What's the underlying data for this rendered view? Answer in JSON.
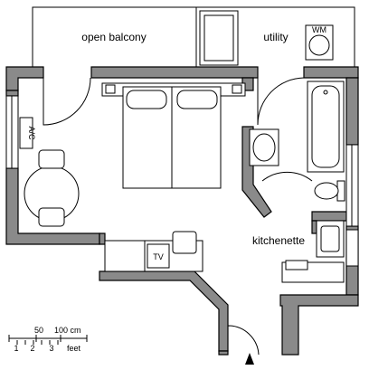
{
  "rooms": {
    "balcony": "open balcony",
    "utility": "utility",
    "kitchenette": "kitchenette"
  },
  "fixtures": {
    "washing_machine": "WM",
    "air_conditioner": "A/C",
    "television": "TV"
  },
  "scale_bar": {
    "metric_ticks": [
      "50",
      "100 cm"
    ],
    "imperial_ticks": [
      "1",
      "2",
      "3",
      "feet"
    ]
  }
}
